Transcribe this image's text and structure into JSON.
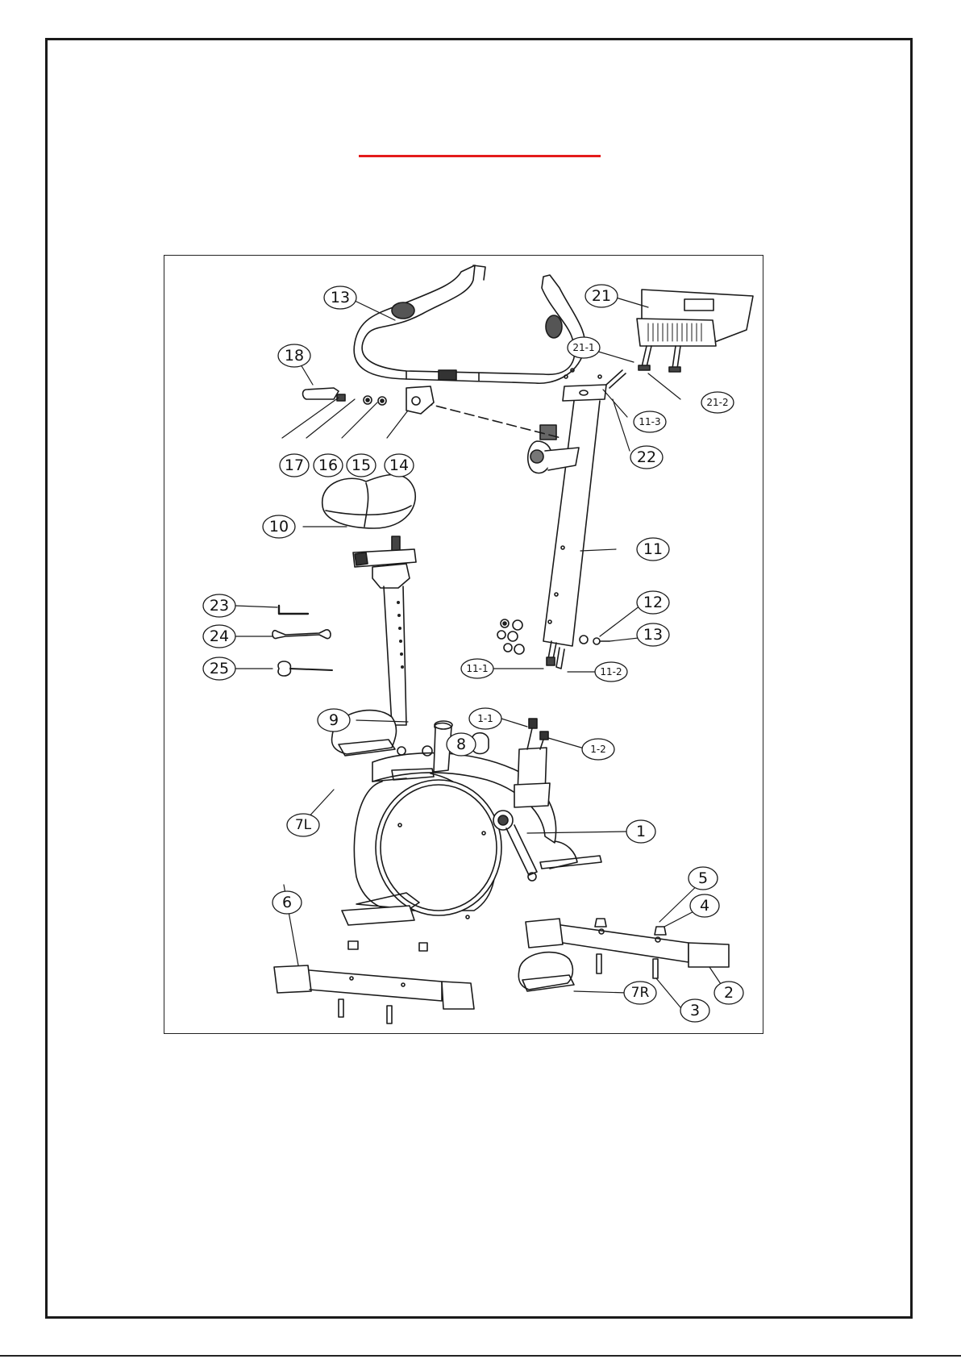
{
  "colors": {
    "accent_rule": "#e41b1b",
    "ink": "#1a1a1a"
  },
  "parts": {
    "p13a": "13",
    "p21": "21",
    "p18": "18",
    "p21_1": "21-1",
    "p21_2": "21-2",
    "p11_3": "11-3",
    "p22": "22",
    "p17": "17",
    "p16": "16",
    "p15": "15",
    "p14": "14",
    "p10": "10",
    "p11": "11",
    "p23": "23",
    "p12": "12",
    "p24": "24",
    "p13b": "13",
    "p25": "25",
    "p11_1": "11-1",
    "p11_2": "11-2",
    "p9": "9",
    "p1_1": "1-1",
    "p8": "8",
    "p1_2": "1-2",
    "p7l": "7L",
    "p1": "1",
    "p5": "5",
    "p6": "6",
    "p4": "4",
    "p2": "2",
    "p7r": "7R",
    "p3": "3"
  }
}
